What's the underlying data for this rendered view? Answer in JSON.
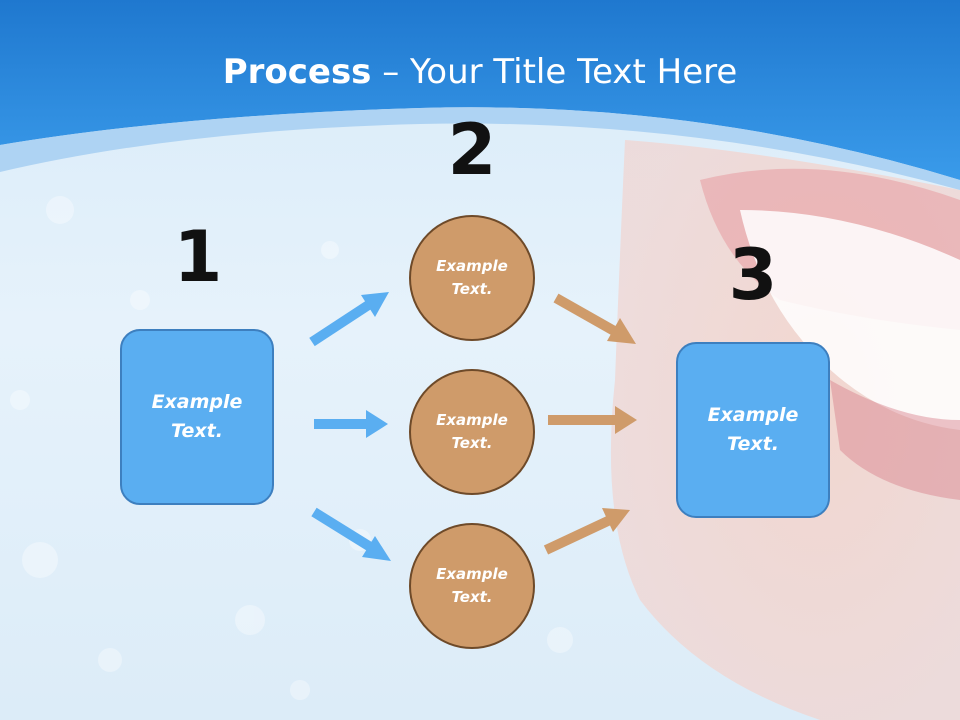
{
  "title": {
    "bold": "Process",
    "rest": " – Your Title Text Here"
  },
  "steps": [
    {
      "number": "1",
      "text": "Example Text."
    },
    {
      "number": "2"
    },
    {
      "number": "3",
      "text": "Example Text."
    }
  ],
  "circles": [
    {
      "text": "Example Text."
    },
    {
      "text": "Example Text."
    },
    {
      "text": "Example Text."
    }
  ],
  "colors": {
    "header": "#2f8fe0",
    "box_fill": "#5aaef1",
    "box_border": "#3d7fbf",
    "circle_fill": "#cf9b6a",
    "circle_border": "#6e4a29",
    "blue_arrow": "#5aaef1",
    "orange_arrow": "#cf9b6a"
  }
}
